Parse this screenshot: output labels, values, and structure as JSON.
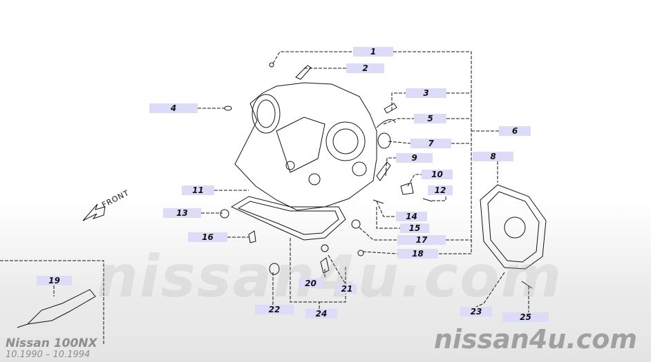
{
  "diagram": {
    "title": "Nissan 100NX",
    "production_dates": "10.1990 – 10.1994",
    "direction_label": "FRONT",
    "watermark": "nissan4u.com",
    "logo_text": "nissan4u.com",
    "callouts": [
      "1",
      "2",
      "3",
      "4",
      "5",
      "6",
      "7",
      "8",
      "9",
      "10",
      "11",
      "12",
      "13",
      "14",
      "15",
      "16",
      "17",
      "18",
      "19",
      "20",
      "21",
      "22",
      "23",
      "24",
      "25"
    ],
    "colors": {
      "callout_bg": "#dcdcf8",
      "line": "#111111",
      "watermark": "#a0a0a0"
    }
  }
}
